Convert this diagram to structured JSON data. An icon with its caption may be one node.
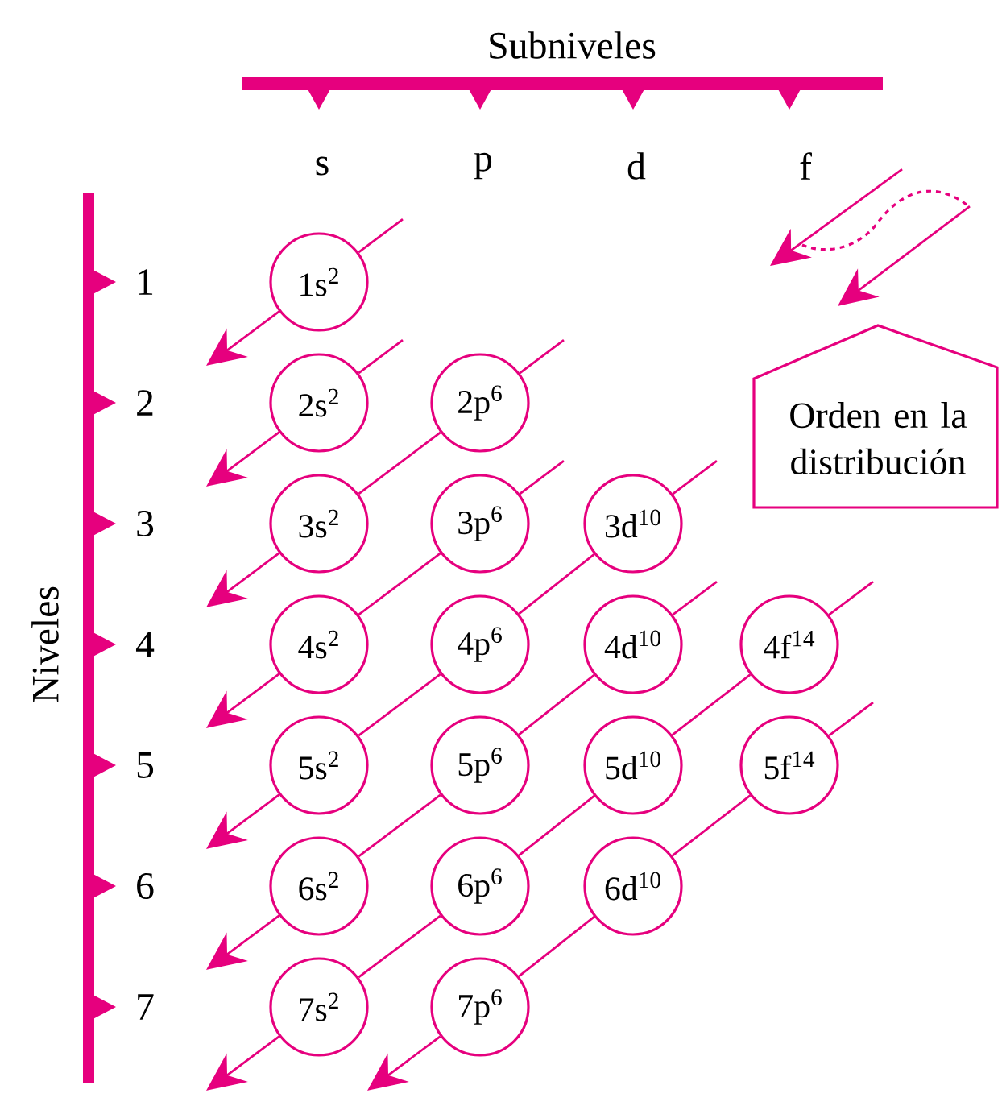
{
  "diagram": {
    "nodes": [
      {
        "text": [
          "1s$^{2}$"
        ]
      },
      {
        "text": [
          "2s$^{2}$"
        ]
      },
      {
        "text": [
          "2p$^{6}$"
        ]
      },
      {
        "text": [
          "3s$^{2}$"
        ]
      },
      {
        "text": [
          "3p$^{6}$"
        ]
      },
      {
        "text": [
          "3d$^{10}$"
        ]
      },
      {
        "text": [
          "4s$^{2}$"
        ]
      },
      {
        "text": [
          "4p$^{6}$"
        ]
      },
      {
        "text": [
          "4d$^{10}$"
        ]
      },
      {
        "text": [
          "4f$^{14}$"
        ]
      },
      {
        "text": [
          "5s$^{2}$"
        ]
      },
      {
        "text": [
          "5p$^{6}$"
        ]
      },
      {
        "text": [
          "5d$^{10}$"
        ]
      },
      {
        "text": [
          "5f$^{14}$"
        ]
      },
      {
        "text": [
          "6s$^{2}$"
        ]
      },
      {
        "text": [
          "6p$^{6}$"
        ]
      },
      {
        "text": [
          "6d$^{10}$"
        ]
      },
      {
        "text": [
          "7s$^{2}$"
        ]
      },
      {
        "text": [
          "7p$^{6}$"
        ]
      },
      {
        "text": [
          "Orden en la distribución"
        ]
      }
    ],
    "edges": [
      {
        "from": null,
        "to": 0,
        "arrow": "none"
      },
      {
        "from": 0,
        "to": null,
        "arrow": "to"
      },
      {
        "from": null,
        "to": 1,
        "arrow": "none"
      },
      {
        "from": 1,
        "to": null,
        "arrow": "to"
      },
      {
        "from": null,
        "to": 2,
        "arrow": "none"
      },
      {
        "from": 2,
        "to": 3,
        "arrow": "none"
      },
      {
        "from": 3,
        "to": null,
        "arrow": "to"
      },
      {
        "from": null,
        "to": 4,
        "arrow": "none"
      },
      {
        "from": 4,
        "to": 6,
        "arrow": "none"
      },
      {
        "from": 6,
        "to": null,
        "arrow": "to"
      },
      {
        "from": null,
        "to": 5,
        "arrow": "none"
      },
      {
        "from": 5,
        "to": 7,
        "arrow": "none"
      },
      {
        "from": 7,
        "to": 10,
        "arrow": "none"
      },
      {
        "from": 10,
        "to": null,
        "arrow": "to"
      },
      {
        "from": null,
        "to": 8,
        "arrow": "none"
      },
      {
        "from": 8,
        "to": 11,
        "arrow": "none"
      },
      {
        "from": 11,
        "to": 14,
        "arrow": "none"
      },
      {
        "from": 14,
        "to": null,
        "arrow": "to"
      },
      {
        "from": null,
        "to": 9,
        "arrow": "none"
      },
      {
        "from": 9,
        "to": 12,
        "arrow": "none"
      },
      {
        "from": 12,
        "to": 15,
        "arrow": "none"
      },
      {
        "from": 15,
        "to": 17,
        "arrow": "none"
      },
      {
        "from": 17,
        "to": null,
        "arrow": "to"
      },
      {
        "from": null,
        "to": 13,
        "arrow": "none"
      },
      {
        "from": 13,
        "to": 16,
        "arrow": "none"
      },
      {
        "from": 16,
        "to": 18,
        "arrow": "none"
      },
      {
        "from": 18,
        "to": null,
        "arrow": "to"
      }
    ],
    "labels": [
      "Subniveles",
      "s",
      "p",
      "d",
      "f",
      "1",
      "2",
      "3",
      "4",
      "5",
      "6",
      "7",
      "Niveles"
    ]
  }
}
